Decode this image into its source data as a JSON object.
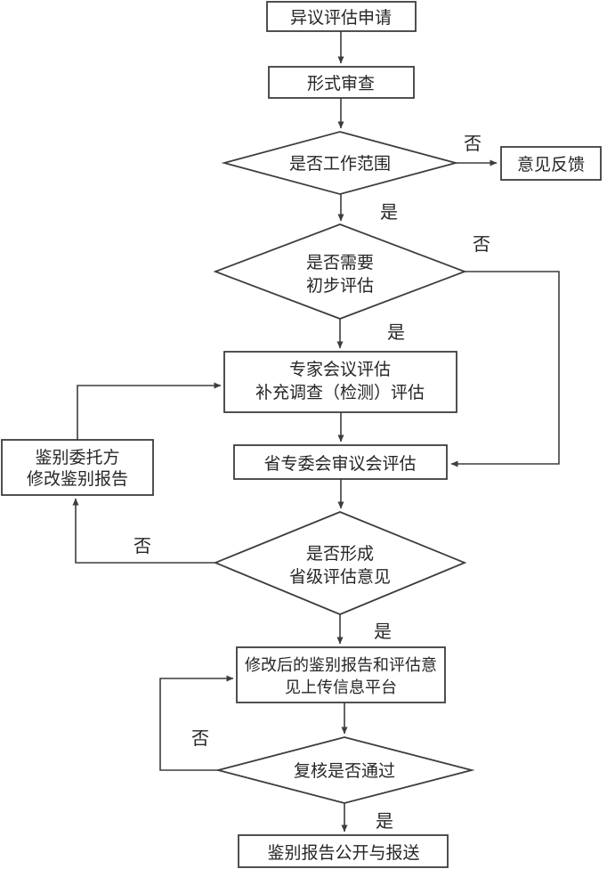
{
  "colors": {
    "background": "#ffffff",
    "line": "#3d3d3d",
    "text": "#262626"
  },
  "nodes": {
    "apply": {
      "type": "process",
      "label": "异议评估申请"
    },
    "formal_review": {
      "type": "process",
      "label": "形式审查"
    },
    "scope_decision": {
      "type": "decision",
      "label": "是否工作范围"
    },
    "feedback": {
      "type": "process",
      "label": "意见反馈"
    },
    "preliminary_decision": {
      "type": "decision",
      "line1": "是否需要",
      "line2": "初步评估"
    },
    "expert_assessment": {
      "type": "process",
      "line1": "专家会议评估",
      "line2": "补充调查（检测）评估"
    },
    "provincial_review": {
      "type": "process",
      "label": "省专委会审议会评估"
    },
    "revise_report": {
      "type": "process",
      "line1": "鉴别委托方",
      "line2": "修改鉴别报告"
    },
    "opinion_decision": {
      "type": "decision",
      "line1": "是否形成",
      "line2": "省级评估意见"
    },
    "upload_platform": {
      "type": "process",
      "line1": "修改后的鉴别报告和评估意",
      "line2": "见上传信息平台"
    },
    "recheck_decision": {
      "type": "decision",
      "label": "复核是否通过"
    },
    "publish_report": {
      "type": "process",
      "label": "鉴别报告公开与报送"
    }
  },
  "edge_labels": {
    "scope_no": "否",
    "scope_yes": "是",
    "preliminary_no": "否",
    "preliminary_yes": "是",
    "opinion_no": "否",
    "opinion_yes": "是",
    "recheck_no": "否",
    "recheck_yes": "是"
  }
}
